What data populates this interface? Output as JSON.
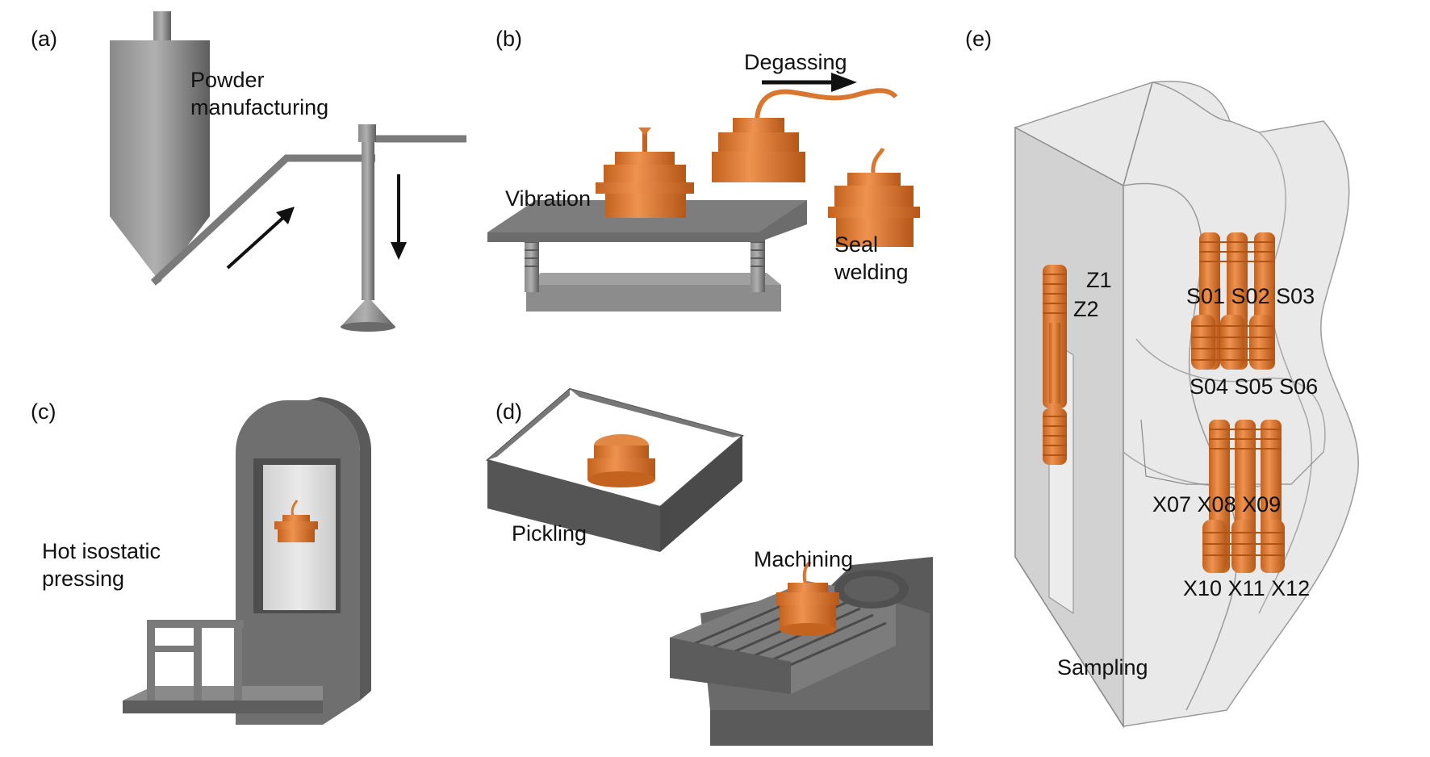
{
  "panels": {
    "a": {
      "tag": "(a)",
      "label_line1": "Powder",
      "label_line2": "manufacturing"
    },
    "b": {
      "tag": "(b)",
      "degassing": "Degassing",
      "vibration": "Vibration",
      "seal_line1": "Seal",
      "seal_line2": "welding"
    },
    "c": {
      "tag": "(c)",
      "label_line1": "Hot isostatic",
      "label_line2": "pressing"
    },
    "d": {
      "tag": "(d)",
      "pickling": "Pickling",
      "machining": "Machining"
    },
    "e": {
      "tag": "(e)",
      "sampling": "Sampling",
      "z1": "Z1",
      "z2": "Z2",
      "row_s_top": "S01 S02 S03",
      "row_s_bottom": "S04 S05 S06",
      "row_x_top": "X07 X08 X09",
      "row_x_bottom": "X10 X11 X12"
    }
  },
  "colors": {
    "machine_gray": "#6f6f6f",
    "part_orange": "#d9772f",
    "arrow": "#111111",
    "glass": "#e9e9e9"
  }
}
